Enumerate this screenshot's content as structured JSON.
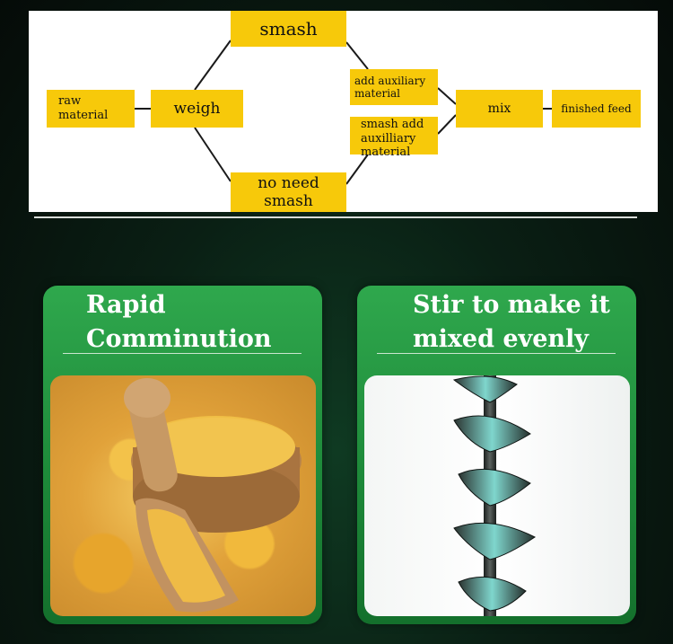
{
  "flowchart": {
    "nodes": {
      "raw_material": "raw material",
      "weigh": "weigh",
      "smash": "smash",
      "no_need_smash": "no need smash",
      "add_auxiliary_material": "add auxiliary material",
      "smash_add_auxilliary_material": "smash add auxilliary material",
      "mix": "mix",
      "finished_feed": "finished feed"
    },
    "colors": {
      "node_fill": "#f7c90a",
      "line": "#1a1a1a"
    }
  },
  "cards": [
    {
      "title": "Rapid Comminution",
      "image": "crushed-corn-with-wooden-scoop"
    },
    {
      "title": "Stir to make it mixed evenly",
      "image": "helical-auger-mixer"
    }
  ],
  "colors": {
    "card_green": "#23943f",
    "background": "#0a1f14"
  }
}
